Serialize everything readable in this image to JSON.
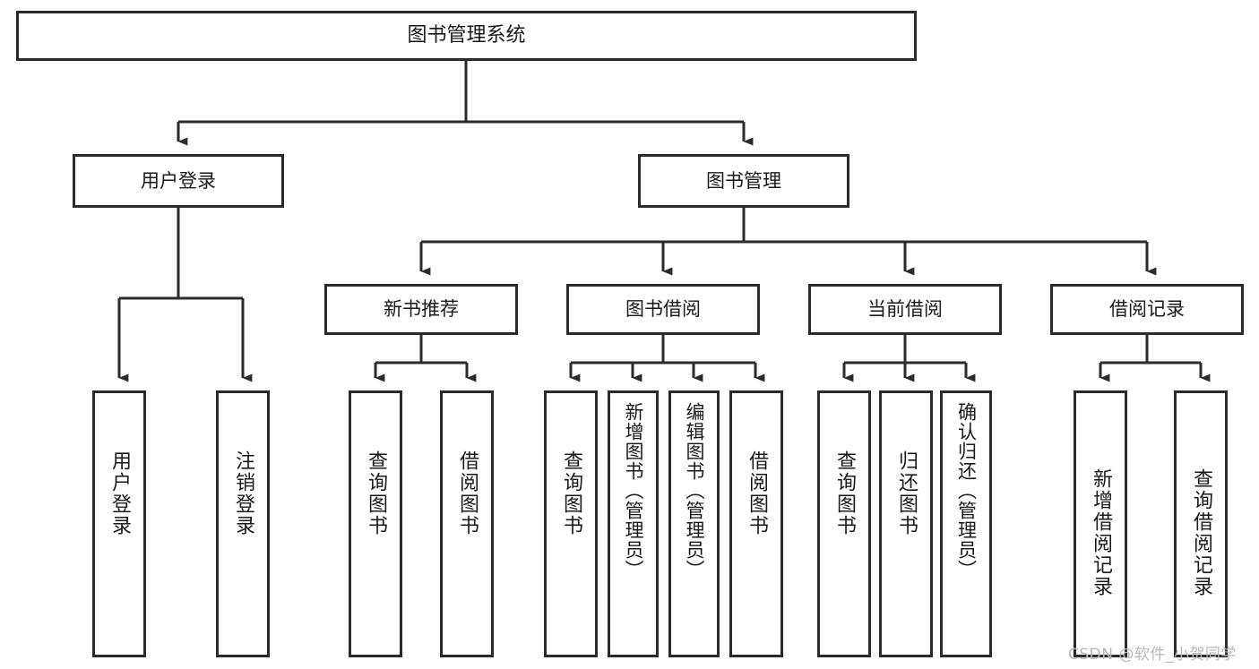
{
  "diagram": {
    "title": "图书管理系统",
    "type": "功能结构图",
    "watermark": "CSDN @软件_小贺同学",
    "colors": {
      "stroke": "#2b2b2b",
      "fill": "#ffffff",
      "text": "#1a1a1a",
      "watermark": "#b9b9b9"
    },
    "nodes": {
      "root": {
        "label": "图书管理系统"
      },
      "level2": [
        {
          "id": "user-login",
          "label": "用户登录"
        },
        {
          "id": "book-manage",
          "label": "图书管理"
        }
      ],
      "level3": [
        {
          "id": "new-book-recommend",
          "label": "新书推荐"
        },
        {
          "id": "book-borrow",
          "label": "图书借阅"
        },
        {
          "id": "current-borrow",
          "label": "当前借阅"
        },
        {
          "id": "borrow-record",
          "label": "借阅记录"
        }
      ],
      "leaves": {
        "user-login": [
          {
            "id": "leaf-user-login",
            "label": "用户登录"
          },
          {
            "id": "leaf-user-logout",
            "label": "注销登录"
          }
        ],
        "new-book-recommend": [
          {
            "id": "leaf-query-book-1",
            "label": "查询图书"
          },
          {
            "id": "leaf-borrow-book-1",
            "label": "借阅图书"
          }
        ],
        "book-borrow": [
          {
            "id": "leaf-query-book-2",
            "label": "查询图书"
          },
          {
            "id": "leaf-add-book",
            "label": "新增图书（管理员）"
          },
          {
            "id": "leaf-edit-book",
            "label": "编辑图书（管理员）"
          },
          {
            "id": "leaf-borrow-book-2",
            "label": "借阅图书"
          }
        ],
        "current-borrow": [
          {
            "id": "leaf-query-book-3",
            "label": "查询图书"
          },
          {
            "id": "leaf-return-book",
            "label": "归还图书"
          },
          {
            "id": "leaf-confirm-return",
            "label": "确认归还（管理员）"
          }
        ],
        "borrow-record": [
          {
            "id": "leaf-add-record",
            "label": "新增借阅记录"
          },
          {
            "id": "leaf-query-record",
            "label": "查询借阅记录"
          }
        ]
      }
    }
  }
}
